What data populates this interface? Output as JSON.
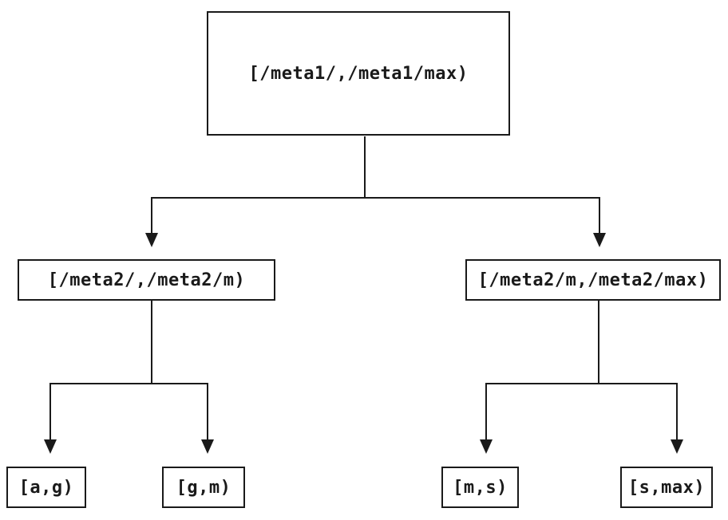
{
  "diagram": {
    "type": "tree",
    "background_color": "#ffffff",
    "line_color": "#1a1a1a",
    "node_border_color": "#1a1a1a",
    "node_fill_color": "#ffffff",
    "tree": {
      "label": "[/meta1/,/meta1/max)",
      "children": [
        {
          "label": "[/meta2/,/meta2/m)",
          "children": [
            {
              "label": "[a,g)"
            },
            {
              "label": "[g,m)"
            }
          ]
        },
        {
          "label": "[/meta2/m,/meta2/max)",
          "children": [
            {
              "label": "[m,s)"
            },
            {
              "label": "[s,max)"
            }
          ]
        }
      ]
    }
  }
}
